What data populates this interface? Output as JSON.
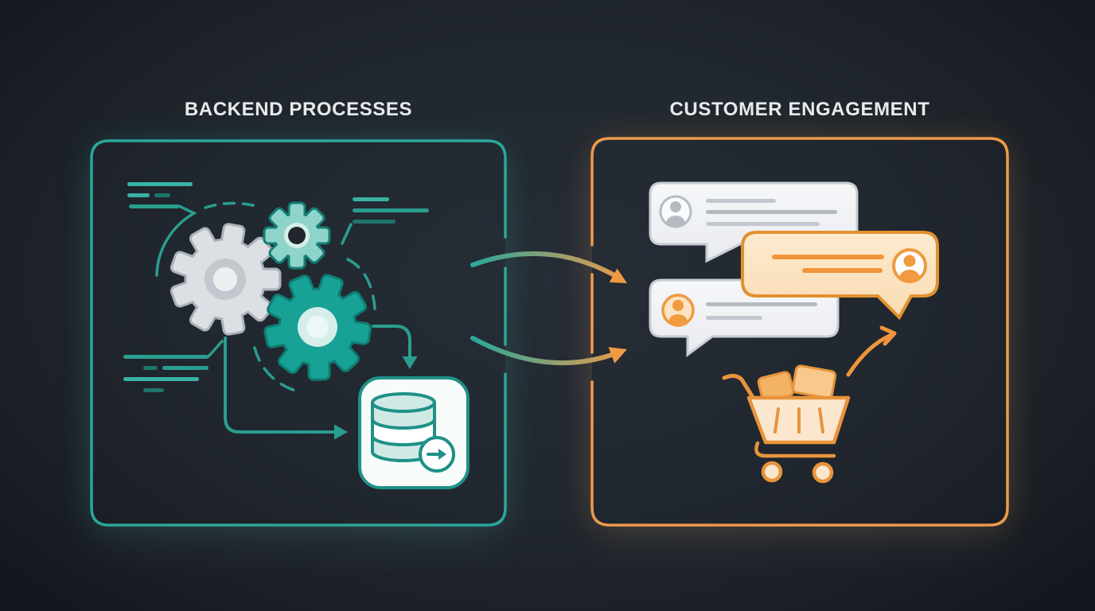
{
  "diagram": {
    "type": "process-flow-illustration",
    "description": "Backend processes feeding customer engagement"
  },
  "titles": {
    "backend": "BACKEND PROCESSES",
    "customer": "CUSTOMER ENGAGEMENT"
  },
  "panels": {
    "backend": {
      "label": "BACKEND PROCESSES",
      "accent": "#2aa79a"
    },
    "customer": {
      "label": "CUSTOMER ENGAGEMENT",
      "accent": "#ee9a4a"
    }
  },
  "colors": {
    "background": "#20262d",
    "teal": "#2aa79a",
    "teal_dark": "#1f9187",
    "mint": "#cfe9e5",
    "orange": "#ee9a4a",
    "orange_strong": "#e8943c",
    "peach": "#fbe3c3",
    "cream": "#fbe7cd",
    "bubble_white": "#f2f4f6",
    "bubble_border": "#c7ccd3",
    "gray_icon": "#b6bbc3",
    "title_text": "#e7eaec"
  },
  "icons": {
    "backend_panel": [
      "code-lines-icon",
      "gear-icon",
      "database-export-icon",
      "flow-arrow-icon"
    ],
    "customer_panel": [
      "chat-bubble-icon",
      "avatar-icon",
      "shopping-cart-icon",
      "growth-arrow-icon"
    ],
    "connectors": [
      "handoff-arrow-icon",
      "handoff-arrow-icon"
    ]
  }
}
